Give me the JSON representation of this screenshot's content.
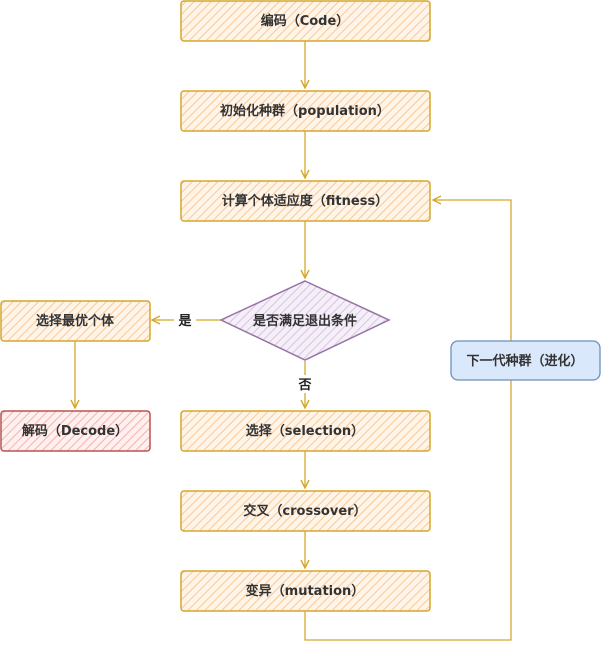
{
  "nodes": {
    "code": "编码（Code）",
    "population": "初始化种群（population）",
    "fitness": "计算个体适应度（fitness）",
    "condition": "是否满足退出条件",
    "best": "选择最优个体",
    "decode": "解码（Decode）",
    "selection": "选择（selection）",
    "crossover": "交叉（crossover）",
    "mutation": "变异（mutation）",
    "next_gen": "下一代种群（进化）"
  },
  "edges": {
    "yes": "是",
    "no": "否"
  },
  "colors": {
    "process_fill": "#ffe6cc",
    "process_stroke": "#d6a72a",
    "decision_fill": "#e1d5e7",
    "decision_stroke": "#9673a6",
    "end_fill": "#f8cecc",
    "end_stroke": "#b85450",
    "loop_fill": "#dae8fc",
    "loop_stroke": "#6c8ebf",
    "arrow": "#d6a72a"
  }
}
